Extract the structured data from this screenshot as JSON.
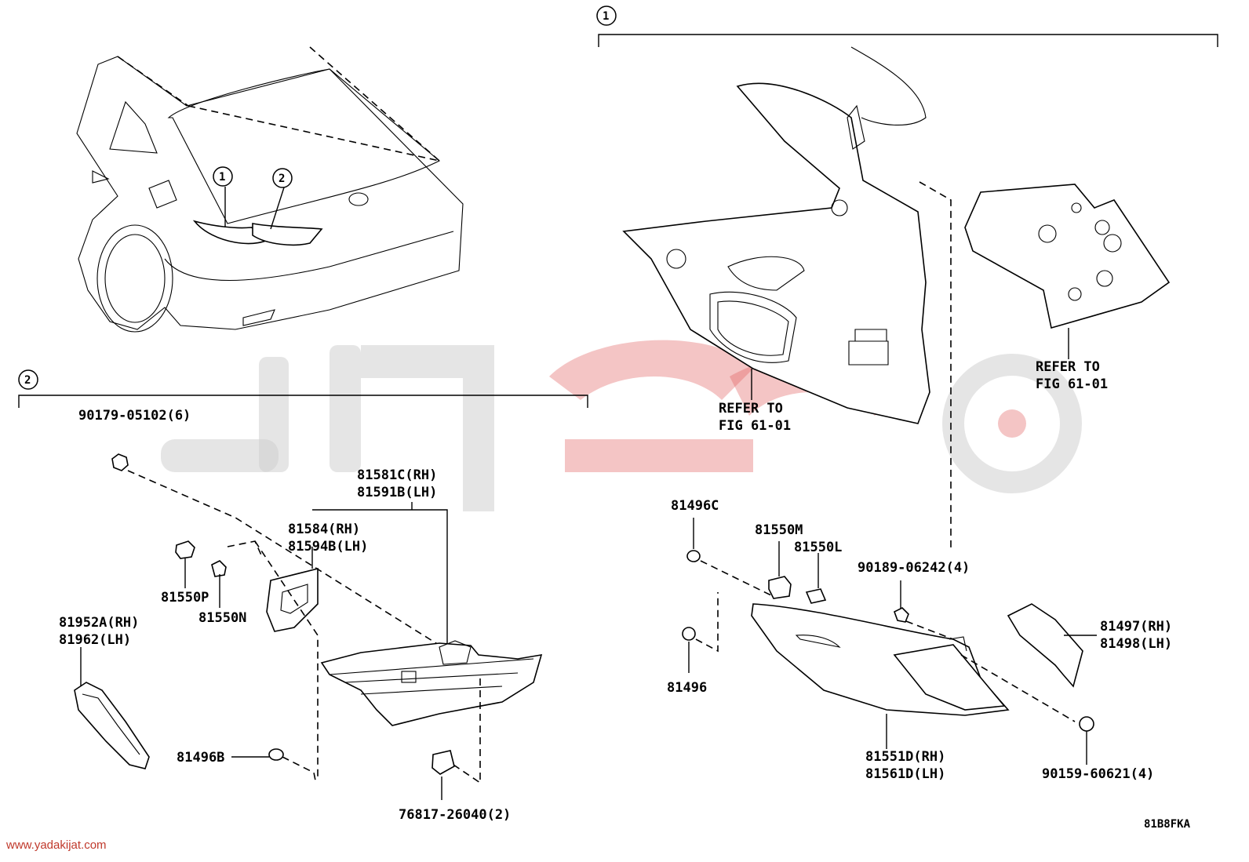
{
  "callouts": {
    "one": "1",
    "two": "2"
  },
  "refer_notes": [
    {
      "line1": "REFER TO",
      "line2": "FIG 61-01"
    },
    {
      "line1": "REFER TO",
      "line2": "FIG 61-01"
    }
  ],
  "parts": {
    "p90179": "90179-05102(6)",
    "p81581": [
      "81581C(RH)",
      "81591B(LH)"
    ],
    "p81584": [
      "81584(RH)",
      "81594B(LH)"
    ],
    "p81550P": "81550P",
    "p81550N": "81550N",
    "p81952": [
      "81952A(RH)",
      "81962(LH)"
    ],
    "p81496B": "81496B",
    "p76817": "76817-26040(2)",
    "p81496C": "81496C",
    "p81550M": "81550M",
    "p81550L": "81550L",
    "p90189": "90189-06242(4)",
    "p81496": "81496",
    "p81497": [
      "81497(RH)",
      "81498(LH)"
    ],
    "p81551": [
      "81551D(RH)",
      "81561D(LH)"
    ],
    "p90159": "90159-60621(4)"
  },
  "diagram_code": "81B8FKA",
  "watermark_url": "www.yadakijat.com"
}
